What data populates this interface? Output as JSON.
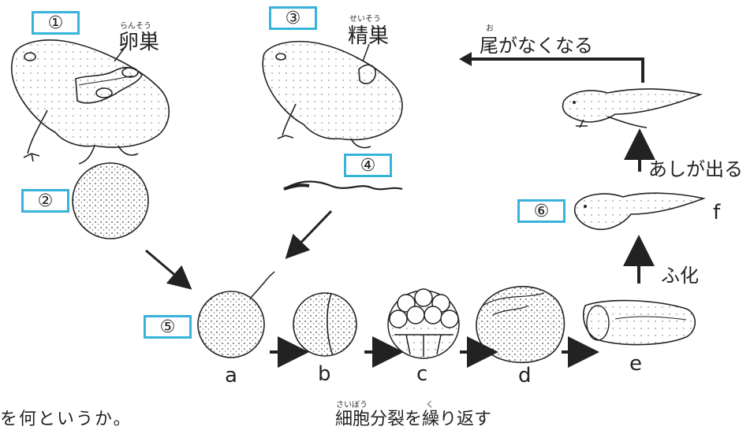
{
  "boxes": {
    "b1": "①",
    "b2": "②",
    "b3": "③",
    "b4": "④",
    "b5": "⑤",
    "b6": "⑥"
  },
  "labels": {
    "ovary": "卵巣",
    "ovary_ruby": "らんそう",
    "testis": "精巣",
    "testis_ruby": "せいそう",
    "tail_ruby": "お",
    "tail_loss": "尾がなくなる",
    "legs": "あしが出る",
    "hatch": "ふ化",
    "division_ruby_1": "さいぼう",
    "division_ruby_2": "く",
    "division": "細胞分裂を繰り返す",
    "question_fragment": "を何というか。",
    "a": "a",
    "b": "b",
    "c": "c",
    "d": "d",
    "e": "e",
    "f": "f"
  }
}
